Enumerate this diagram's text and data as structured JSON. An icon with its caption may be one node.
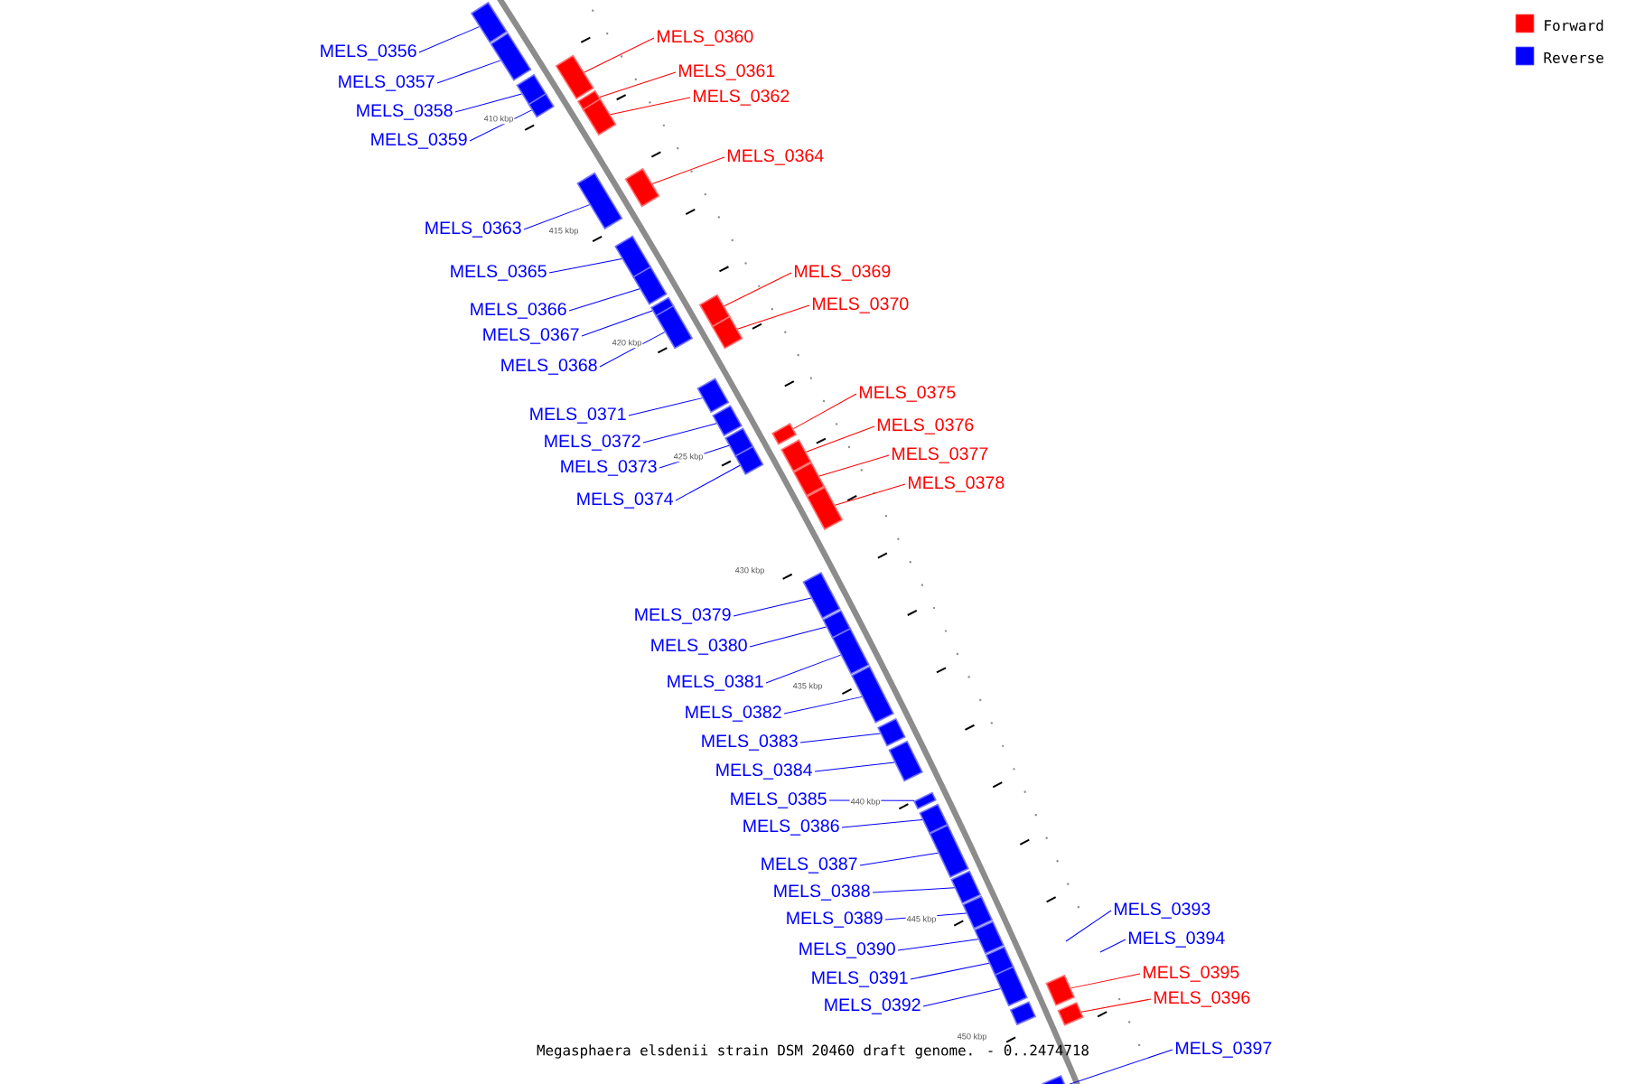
{
  "diagram": {
    "caption": "Megasphaera elsdenii strain DSM 20460 draft genome. - 0..2474718",
    "nodes": [
      {
        "text": [
          "MELS_0356"
        ]
      },
      {
        "text": [
          "MELS_0357"
        ]
      },
      {
        "text": [
          "MELS_0358"
        ]
      },
      {
        "text": [
          "MELS_0359"
        ]
      },
      {
        "text": [
          "MELS_0360"
        ]
      },
      {
        "text": [
          "MELS_0361"
        ]
      },
      {
        "text": [
          "MELS_0362"
        ]
      },
      {
        "text": [
          "MELS_0363"
        ]
      },
      {
        "text": [
          "MELS_0364"
        ]
      },
      {
        "text": [
          "MELS_0365"
        ]
      },
      {
        "text": [
          "MELS_0366"
        ]
      },
      {
        "text": [
          "MELS_0367"
        ]
      },
      {
        "text": [
          "MELS_0368"
        ]
      },
      {
        "text": [
          "MELS_0369"
        ]
      },
      {
        "text": [
          "MELS_0370"
        ]
      },
      {
        "text": [
          "MELS_0371"
        ]
      },
      {
        "text": [
          "MELS_0372"
        ]
      },
      {
        "text": [
          "MELS_0373"
        ]
      },
      {
        "text": [
          "MELS_0374"
        ]
      },
      {
        "text": [
          "MELS_0375"
        ]
      },
      {
        "text": [
          "MELS_0376"
        ]
      },
      {
        "text": [
          "MELS_0377"
        ]
      },
      {
        "text": [
          "MELS_0378"
        ]
      },
      {
        "text": [
          "MELS_0379"
        ]
      },
      {
        "text": [
          "MELS_0380"
        ]
      },
      {
        "text": [
          "MELS_0381"
        ]
      },
      {
        "text": [
          "MELS_0382"
        ]
      },
      {
        "text": [
          "MELS_0383"
        ]
      },
      {
        "text": [
          "MELS_0384"
        ]
      },
      {
        "text": [
          "MELS_0385"
        ]
      },
      {
        "text": [
          "MELS_0386"
        ]
      },
      {
        "text": [
          "MELS_0387"
        ]
      },
      {
        "text": [
          "MELS_0388"
        ]
      },
      {
        "text": [
          "MELS_0389"
        ]
      },
      {
        "text": [
          "MELS_0390"
        ]
      },
      {
        "text": [
          "MELS_0391"
        ]
      },
      {
        "text": [
          "MELS_0392"
        ]
      },
      {
        "text": [
          "MELS_0393"
        ]
      },
      {
        "text": [
          "MELS_0394"
        ]
      },
      {
        "text": [
          "MELS_0395"
        ]
      },
      {
        "text": [
          "MELS_0396"
        ]
      },
      {
        "text": [
          "MELS_0397"
        ]
      },
      {
        "text": [],
        "shape": "box"
      },
      {
        "text": [],
        "shape": "box"
      },
      {
        "text": [],
        "shape": "box"
      },
      {
        "text": [],
        "shape": "box"
      },
      {
        "text": [],
        "shape": "box"
      },
      {
        "text": [],
        "shape": "box"
      },
      {
        "text": [],
        "shape": "box"
      },
      {
        "text": [],
        "shape": "box"
      },
      {
        "text": [],
        "shape": "box"
      },
      {
        "text": [],
        "shape": "box"
      },
      {
        "text": [],
        "shape": "box"
      },
      {
        "text": [],
        "shape": "box"
      },
      {
        "text": [],
        "shape": "box"
      },
      {
        "text": [],
        "shape": "box"
      },
      {
        "text": [],
        "shape": "box"
      },
      {
        "text": [],
        "shape": "box"
      },
      {
        "text": [],
        "shape": "box"
      },
      {
        "text": [],
        "shape": "box"
      },
      {
        "text": [],
        "shape": "box"
      },
      {
        "text": [],
        "shape": "box"
      },
      {
        "text": [],
        "shape": "box"
      },
      {
        "text": [],
        "shape": "box"
      },
      {
        "text": [],
        "shape": "box"
      },
      {
        "text": [],
        "shape": "box"
      },
      {
        "text": [],
        "shape": "box"
      },
      {
        "text": [],
        "shape": "box"
      },
      {
        "text": [],
        "shape": "box"
      },
      {
        "text": [],
        "shape": "box"
      },
      {
        "text": [],
        "shape": "box"
      },
      {
        "text": [],
        "shape": "box"
      },
      {
        "text": [],
        "shape": "box"
      },
      {
        "text": [],
        "shape": "box"
      },
      {
        "text": [],
        "shape": "box"
      },
      {
        "text": [],
        "shape": "box"
      },
      {
        "text": [],
        "shape": "box"
      },
      {
        "text": [],
        "shape": "box"
      },
      {
        "text": [],
        "shape": "box"
      },
      {
        "text": [],
        "shape": "box"
      },
      {
        "text": [],
        "shape": "box"
      },
      {
        "text": [],
        "shape": "box"
      },
      {
        "text": [],
        "shape": "box"
      }
    ],
    "edges": [
      {
        "from": 0,
        "to": 42,
        "arrow": "none"
      },
      {
        "from": 1,
        "to": 43,
        "arrow": "none"
      },
      {
        "from": 2,
        "to": 44,
        "arrow": "none"
      },
      {
        "from": 3,
        "to": 46,
        "arrow": "none"
      },
      {
        "from": 4,
        "to": 45,
        "arrow": "none",
        "color": "#ff0000"
      },
      {
        "from": 5,
        "to": 47,
        "arrow": "none",
        "color": "#ff0000"
      },
      {
        "from": 6,
        "to": 48,
        "arrow": "none",
        "color": "#ff0000"
      },
      {
        "from": 7,
        "to": 49,
        "arrow": "none"
      },
      {
        "from": 8,
        "to": 50,
        "arrow": "none",
        "color": "#ff0000"
      },
      {
        "from": 9,
        "to": 51,
        "arrow": "none"
      },
      {
        "from": 10,
        "to": 52,
        "arrow": "none"
      },
      {
        "from": 11,
        "to": 53,
        "arrow": "none"
      },
      {
        "from": 12,
        "to": 54,
        "arrow": "none"
      },
      {
        "from": 13,
        "to": 55,
        "arrow": "none",
        "color": "#ff0000"
      },
      {
        "from": 14,
        "to": 56,
        "arrow": "none",
        "color": "#ff0000"
      },
      {
        "from": 15,
        "to": 57,
        "arrow": "none"
      },
      {
        "from": 16,
        "to": 58,
        "arrow": "none"
      },
      {
        "from": 17,
        "to": 59,
        "arrow": "none"
      },
      {
        "from": 18,
        "to": 61,
        "arrow": "none"
      },
      {
        "from": 19,
        "to": 60,
        "arrow": "none",
        "color": "#ff0000"
      },
      {
        "from": 20,
        "to": 62,
        "arrow": "none",
        "color": "#ff0000"
      },
      {
        "from": 21,
        "to": 63,
        "arrow": "none",
        "color": "#ff0000"
      },
      {
        "from": 22,
        "to": 64,
        "arrow": "none",
        "color": "#ff0000"
      },
      {
        "from": 23,
        "to": 65,
        "arrow": "none"
      },
      {
        "from": 24,
        "to": 66,
        "arrow": "none"
      },
      {
        "from": 25,
        "to": 67,
        "arrow": "none"
      },
      {
        "from": 26,
        "to": 68,
        "arrow": "none"
      },
      {
        "from": 27,
        "to": 69,
        "arrow": "none"
      },
      {
        "from": 28,
        "to": 70,
        "arrow": "none"
      },
      {
        "from": 29,
        "to": 71,
        "arrow": "none"
      },
      {
        "from": 30,
        "to": 72,
        "arrow": "none"
      },
      {
        "from": 31,
        "to": 73,
        "arrow": "none"
      },
      {
        "from": 32,
        "to": 74,
        "arrow": "none"
      },
      {
        "from": 33,
        "to": 75,
        "arrow": "none"
      },
      {
        "from": 34,
        "to": 76,
        "arrow": "none"
      },
      {
        "from": 35,
        "to": 77,
        "arrow": "none"
      },
      {
        "from": 36,
        "to": 78,
        "arrow": "none"
      },
      {
        "from": 37,
        "to": null,
        "arrow": "none"
      },
      {
        "from": 38,
        "to": null,
        "arrow": "none"
      },
      {
        "from": 39,
        "to": 79,
        "arrow": "none",
        "color": "#ff0000"
      },
      {
        "from": 40,
        "to": 81,
        "arrow": "none",
        "color": "#ff0000"
      },
      {
        "from": 41,
        "to": 82,
        "arrow": "none"
      }
    ],
    "labels": [
      "410 kbp",
      "415 kbp",
      "420 kbp",
      "425 kbp",
      "430 kbp",
      "435 kbp",
      "440 kbp",
      "445 kbp",
      "450 kbp"
    ],
    "legend": [
      {
        "text": "Forward",
        "color": "#ff0000"
      },
      {
        "text": "Reverse",
        "color": "#0000ff"
      }
    ]
  }
}
